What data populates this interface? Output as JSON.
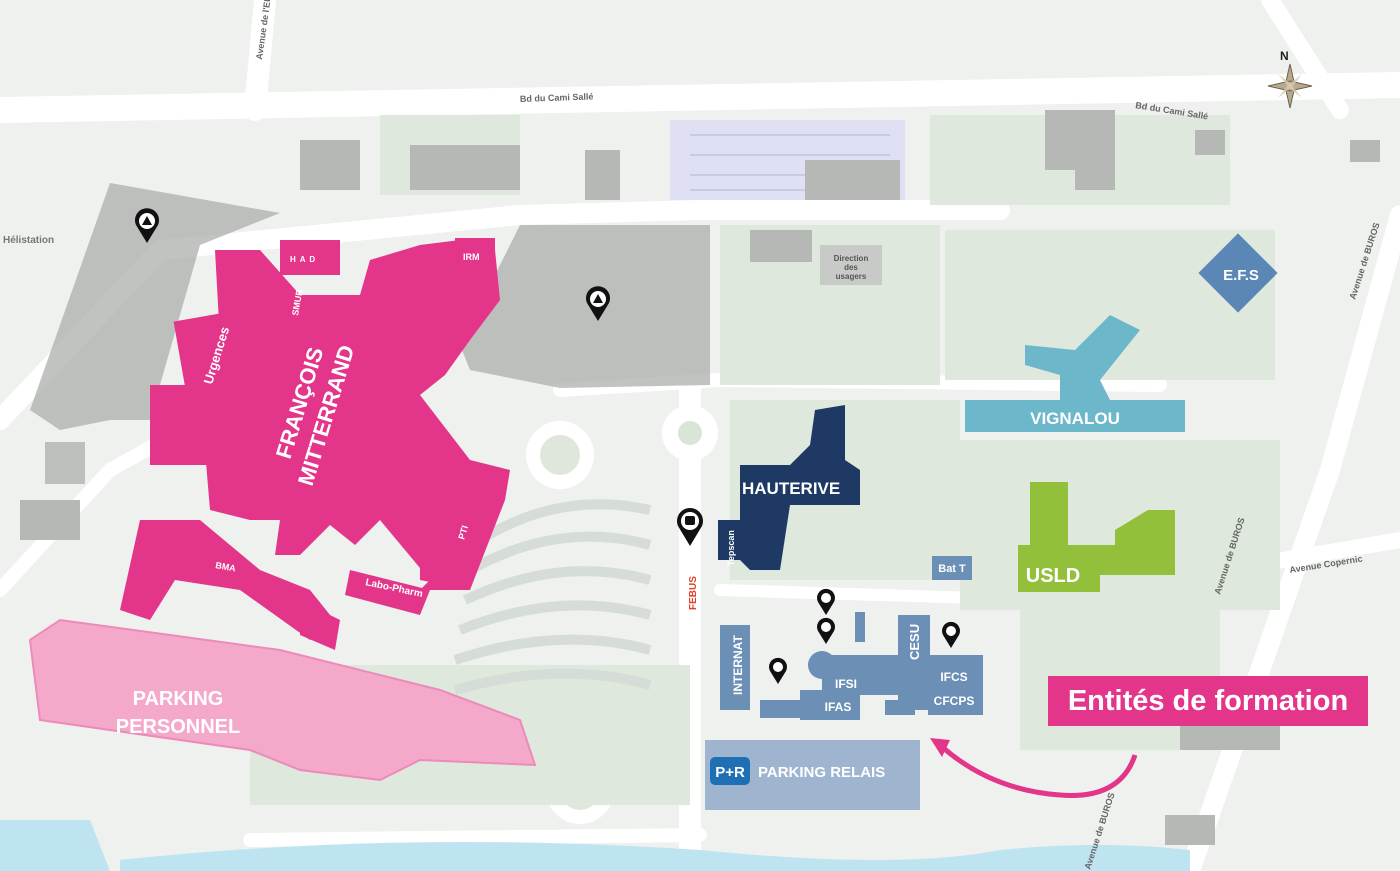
{
  "streets": {
    "avenue_europe": "Avenue de l'EUROPE",
    "bd_cami_salle_left": "Bd du Cami Sallé",
    "bd_cami_salle_right": "Bd du Cami Sallé",
    "avenue_buros_top": "Avenue de BUROS",
    "avenue_buros_mid": "Avenue de BUROS",
    "avenue_buros_bottom": "Avenue de BUROS",
    "avenue_copernic": "Avenue Copernic"
  },
  "places": {
    "helistation": "Hélistation",
    "direction_usagers": [
      "Direction",
      "des",
      "usagers"
    ]
  },
  "buildings": {
    "had": "H A D",
    "irm": "IRM",
    "smur": "SMUR",
    "urgences": "Urgences",
    "francois_mitterrand": [
      "FRANÇOIS",
      "MITTERRAND"
    ],
    "pti": "PTI",
    "bma": "BMA",
    "labo_pharm": "Labo-Pharm",
    "parking_personnel": [
      "PARKING",
      "PERSONNEL"
    ],
    "hauterive": "HAUTERIVE",
    "tepscan": "Tepscan",
    "efs": "E.F.S",
    "vignalou": "VIGNALOU",
    "usld": "USLD",
    "bat_t": "Bat T",
    "internat": "INTERNAT",
    "cesu": "CESU",
    "ifsi": "IFSI",
    "ifas": "IFAS",
    "ifcs": "IFCS",
    "cfcps": "CFCPS",
    "parking_relais_badge": "P+R",
    "parking_relais": "PARKING RELAIS"
  },
  "bus": {
    "label": "FEBUS"
  },
  "compass": {
    "north": "N"
  },
  "callout": {
    "text": "Entités de formation"
  },
  "colors": {
    "hospital_pink": "#e3358a",
    "parking_pink": "#f4a9cb",
    "hauterive_navy": "#1e3a64",
    "vignalou_cyan": "#6db7cb",
    "usld_green": "#93c03a",
    "training_blue": "#6b8fb5",
    "efs_blue": "#5b87b7",
    "park_relais_badge": "#1f6fb5"
  },
  "icons": [
    "parking-pin-icon",
    "bus-stop-icon",
    "accessibility-pin-icon",
    "compass-rose-icon",
    "curved-arrow-icon"
  ]
}
